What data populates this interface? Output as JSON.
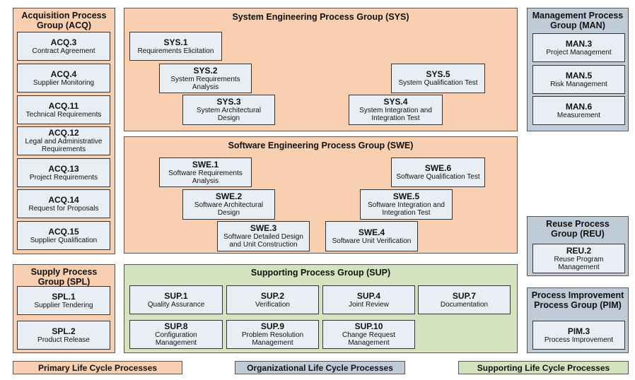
{
  "groups": {
    "acq": {
      "title": "Acquisition Process Group (ACQ)",
      "items": [
        {
          "id": "ACQ.3",
          "name": "Contract Agreement"
        },
        {
          "id": "ACQ.4",
          "name": "Supplier Monitoring"
        },
        {
          "id": "ACQ.11",
          "name": "Technical Requirements"
        },
        {
          "id": "ACQ.12",
          "name": "Legal and Administrative Requirements"
        },
        {
          "id": "ACQ.13",
          "name": "Project Requirements"
        },
        {
          "id": "ACQ.14",
          "name": "Request for Proposals"
        },
        {
          "id": "ACQ.15",
          "name": "Supplier Qualification"
        }
      ]
    },
    "spl": {
      "title": "Supply Process Group (SPL)",
      "items": [
        {
          "id": "SPL.1",
          "name": "Supplier Tendering"
        },
        {
          "id": "SPL.2",
          "name": "Product Release"
        }
      ]
    },
    "sys": {
      "title": "System Engineering Process Group (SYS)",
      "items": [
        {
          "id": "SYS.1",
          "name": "Requirements Elicitation"
        },
        {
          "id": "SYS.2",
          "name": "System Requirements Analysis"
        },
        {
          "id": "SYS.3",
          "name": "System Architectural Design"
        },
        {
          "id": "SYS.4",
          "name": "System Integration and Integration Test"
        },
        {
          "id": "SYS.5",
          "name": "System Qualification Test"
        }
      ]
    },
    "swe": {
      "title": "Software Engineering Process Group (SWE)",
      "items": [
        {
          "id": "SWE.1",
          "name": "Software Requirements Analysis"
        },
        {
          "id": "SWE.2",
          "name": "Software Architectural Design"
        },
        {
          "id": "SWE.3",
          "name": "Software Detailed Design and Unit Construction"
        },
        {
          "id": "SWE.4",
          "name": "Software Unit Verification"
        },
        {
          "id": "SWE.5",
          "name": "Software Integration and Integration Test"
        },
        {
          "id": "SWE.6",
          "name": "Software Qualification Test"
        }
      ]
    },
    "sup": {
      "title": "Supporting Process Group (SUP)",
      "items": [
        {
          "id": "SUP.1",
          "name": "Quality Assurance"
        },
        {
          "id": "SUP.2",
          "name": "Verification"
        },
        {
          "id": "SUP.4",
          "name": "Joint Review"
        },
        {
          "id": "SUP.7",
          "name": "Documentation"
        },
        {
          "id": "SUP.8",
          "name": "Configuration Management"
        },
        {
          "id": "SUP.9",
          "name": "Problem Resolution Management"
        },
        {
          "id": "SUP.10",
          "name": "Change Request Management"
        }
      ]
    },
    "man": {
      "title": "Management Process Group (MAN)",
      "items": [
        {
          "id": "MAN.3",
          "name": "Project Management"
        },
        {
          "id": "MAN.5",
          "name": "Risk Management"
        },
        {
          "id": "MAN.6",
          "name": "Measurement"
        }
      ]
    },
    "reu": {
      "title": "Reuse Process Group (REU)",
      "items": [
        {
          "id": "REU.2",
          "name": "Reuse Program Management"
        }
      ]
    },
    "pim": {
      "title": "Process Improvement Process Group (PIM)",
      "items": [
        {
          "id": "PIM.3",
          "name": "Process Improvement"
        }
      ]
    }
  },
  "legend": {
    "primary": "Primary Life Cycle Processes",
    "organizational": "Organizational Life Cycle Processes",
    "supporting": "Supporting Life Cycle Processes"
  },
  "colors": {
    "primary": "#f8cfb0",
    "organizational": "#c0cbd8",
    "supporting": "#d5e2c0",
    "process_box": "#e9eef5"
  }
}
